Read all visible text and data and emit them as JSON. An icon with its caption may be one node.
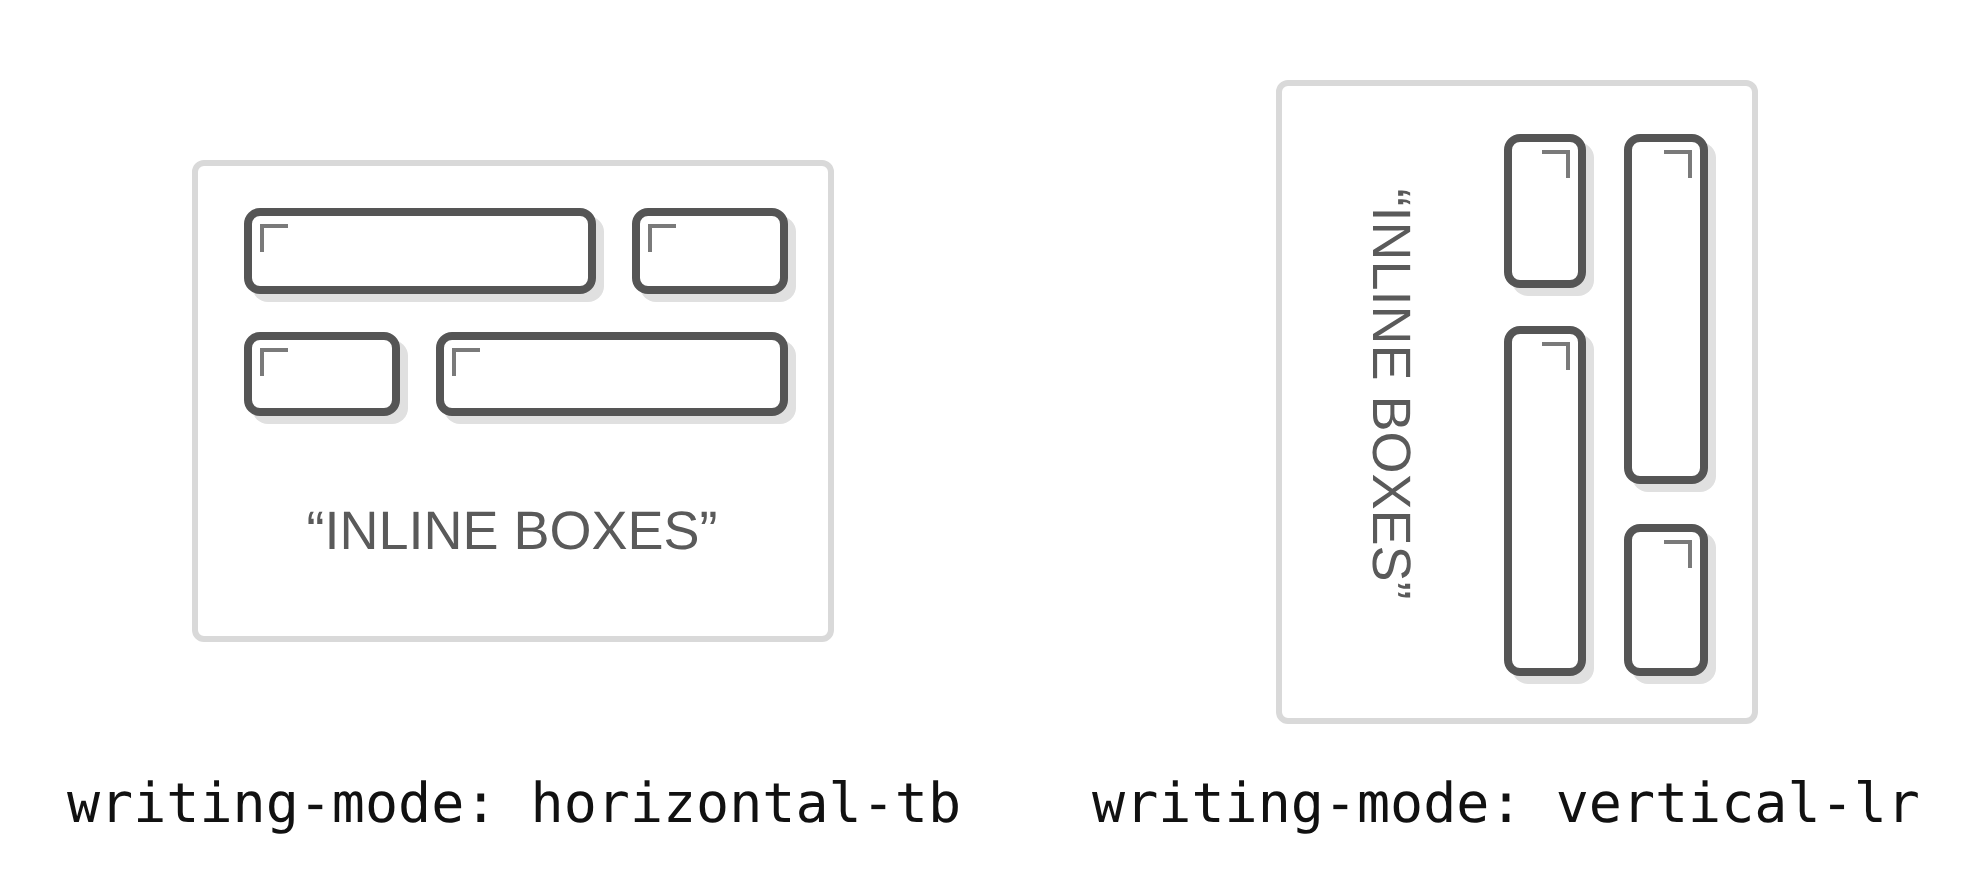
{
  "diagram": {
    "nodes": [
      {
        "text": [
          "“INLINE BOXES”"
        ],
        "beside": [
          "writing-mode: horizontal-tb"
        ]
      },
      {
        "text": [],
        "shape": "box",
        "in": 0
      },
      {
        "text": [],
        "shape": "box",
        "in": 0
      },
      {
        "text": [],
        "shape": "box",
        "in": 0
      },
      {
        "text": [],
        "shape": "box",
        "in": 0
      },
      {
        "text": [
          "“INLINE BOXES”"
        ],
        "beside": [
          "writing-mode: vertical-lr"
        ]
      },
      {
        "text": [],
        "shape": "box",
        "in": 5
      },
      {
        "text": [],
        "shape": "box",
        "in": 5
      },
      {
        "text": [],
        "shape": "box",
        "in": 5
      },
      {
        "text": [],
        "shape": "box",
        "in": 5
      }
    ]
  }
}
